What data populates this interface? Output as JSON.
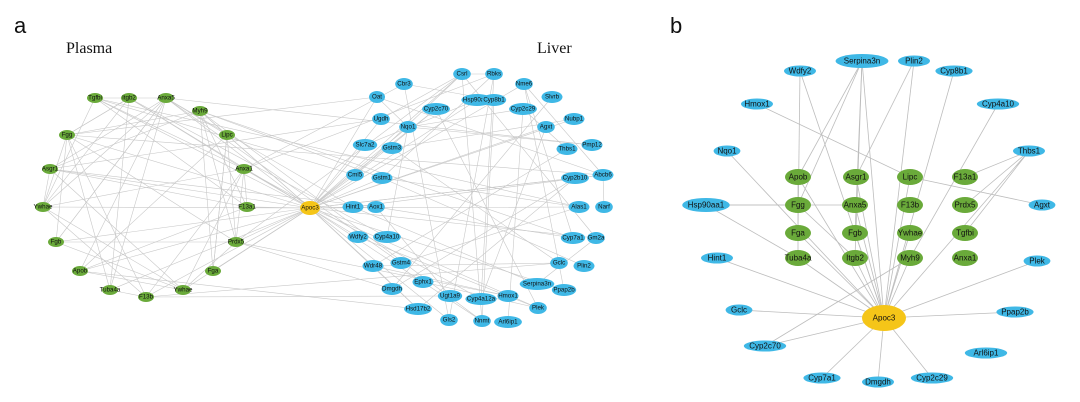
{
  "colors": {
    "plasma": "#6aaa3a",
    "liver": "#3fb8e6",
    "hub": "#f5c518",
    "edge": "#c8c8c8"
  },
  "panel_a": {
    "letter": "a",
    "plasma_title": "Plasma",
    "liver_title": "Liver",
    "hub": "Apoc3",
    "plasma_nodes": [
      "Tgfbi",
      "Itgb2",
      "Anxa5",
      "Myh9",
      "Fgg",
      "Lipc",
      "Asgr1",
      "Anxa1",
      "Ywhae",
      "F13a1",
      "Fgb",
      "Prdx5",
      "Apob",
      "Fga",
      "Tuba4a",
      "F13b",
      "Ywhae"
    ],
    "liver_nodes": [
      "Cbr3",
      "Csrl",
      "Rbks",
      "Nme6",
      "Oat",
      "Hsp90aa1",
      "Cyp8b1",
      "Slvrb",
      "Ugdh",
      "Cyp2c70",
      "Cyp2c29",
      "Nubp1",
      "Nqo1",
      "Agxt",
      "Slc7a2",
      "Pmp12",
      "Gstm3",
      "Thbs1",
      "Cml5",
      "Cyp2b10",
      "Abcb6",
      "Gstm1",
      "Hint1",
      "Aox1",
      "Alas1",
      "Narf",
      "Wdfy2",
      "Cyp4a10",
      "Cyp7a1",
      "Gm2a",
      "Wdr48",
      "Gstm4",
      "Gclc",
      "Plin2",
      "Dmgdh",
      "Ephx1",
      "Serpina3n",
      "Ppap2b",
      "Hsd17b2",
      "Ugt1a9",
      "Cyp4a12a",
      "Hmox1",
      "Plek",
      "Gls2",
      "Nnmt",
      "Arl6ip1"
    ]
  },
  "panel_b": {
    "letter": "b",
    "hub": "Apoc3",
    "plasma_nodes": [
      "Apob",
      "Asgr1",
      "Lipc",
      "F13a1",
      "Fgg",
      "Anxa5",
      "F13b",
      "Prdx5",
      "Fga",
      "Fgb",
      "Ywhae",
      "Tgfbi",
      "Tuba4a",
      "Itgb2",
      "Myh9",
      "Anxa1"
    ],
    "liver_nodes": [
      "Serpina3n",
      "Wdfy2",
      "Plin2",
      "Cyp8b1",
      "Hmox1",
      "Cyp4a10",
      "Nqo1",
      "Thbs1",
      "Hsp90aa1",
      "Agxt",
      "Hint1",
      "Plek",
      "Gclc",
      "Ppap2b",
      "Cyp2c70",
      "Arl6ip1",
      "Cyp7a1",
      "Dmgdh",
      "Cyp2c29"
    ]
  }
}
